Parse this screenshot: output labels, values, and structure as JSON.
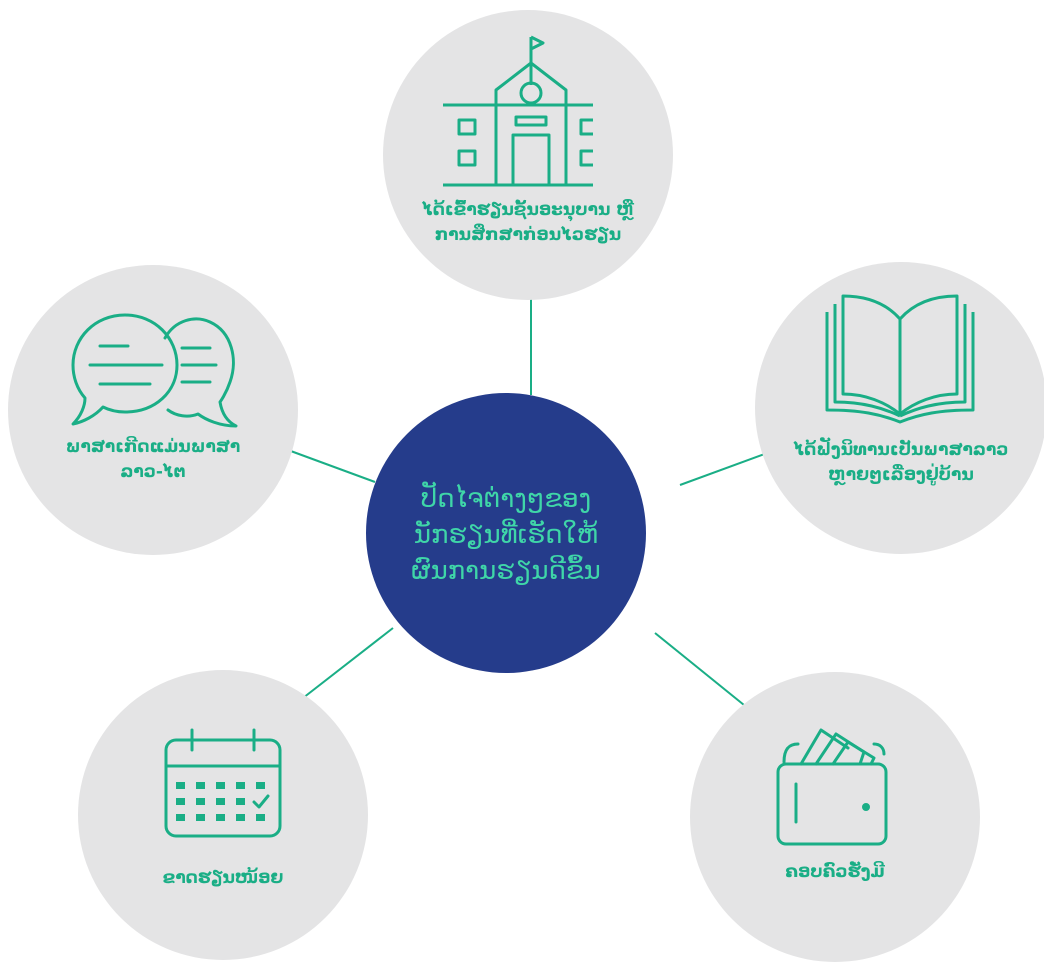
{
  "center": {
    "lines": [
      "ປັດໄຈຕ່າງໆຂອງ",
      "ນັກຮຽນທີ່ເຮັດໃຫ້",
      "ຜົນການຮຽນດີຂຶ້ນ"
    ]
  },
  "nodes": {
    "preschool": {
      "icon": "school-building-icon",
      "lines": [
        "ໄດ້ເຂົ້າຮຽນຊັ້ນອະນຸບານ ຫຼື",
        "ການສຶກສາກ່ອນໄວຮຽນ"
      ]
    },
    "reading": {
      "icon": "open-book-icon",
      "lines": [
        "ໄດ້ຟັງນິທານເປັນພາສາລາວ",
        "ຫຼາຍໆເລື່ອງຢູ່ບ້ານ"
      ]
    },
    "language": {
      "icon": "speech-bubbles-icon",
      "lines": [
        "ພາສາເກີດແມ່ນພາສາ",
        "ລາວ-ໄຕ"
      ]
    },
    "absence": {
      "icon": "calendar-icon",
      "lines": [
        "ຂາດຮຽນໜ້ອຍ"
      ]
    },
    "wealth": {
      "icon": "wallet-icon",
      "lines": [
        "ຄອບຄົວຮັ່ງມີ"
      ]
    }
  },
  "colors": {
    "accent": "#1aae86",
    "center": "#253c8b",
    "circle": "#e4e4e5",
    "center_text": "#3fd6a8"
  }
}
